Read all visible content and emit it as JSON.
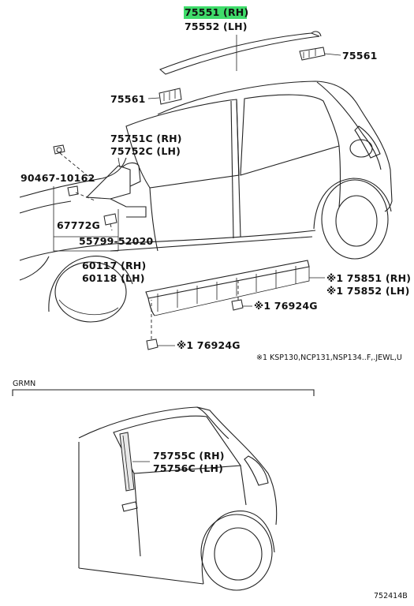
{
  "labels": {
    "p75551": "75551 (RH)",
    "p75552": "75552 (LH)",
    "p75561_right": "75561",
    "p75561_left": "75561",
    "p75751c": "75751C (RH)",
    "p75752c": "75752C (LH)",
    "p90467": "90467-10162",
    "p67772g": "67772G",
    "p55799": "55799-52020",
    "p60117": "60117 (RH)",
    "p60118": "60118 (LH)",
    "p75851": "※1 75851 (RH)",
    "p75852": "※1 75852 (LH)",
    "p76924g_a": "※1 76924G",
    "p76924g_b": "※1 76924G",
    "footnote": "※1 KSP130,NCP131,NSP134..F,.JEWL,U",
    "grmn": "GRMN",
    "p75755c": "75755C (RH)",
    "p75756c": "75756C (LH)",
    "figure_number": "752414B"
  },
  "colors": {
    "highlight": "#3fdc6a",
    "line": "#222222"
  }
}
